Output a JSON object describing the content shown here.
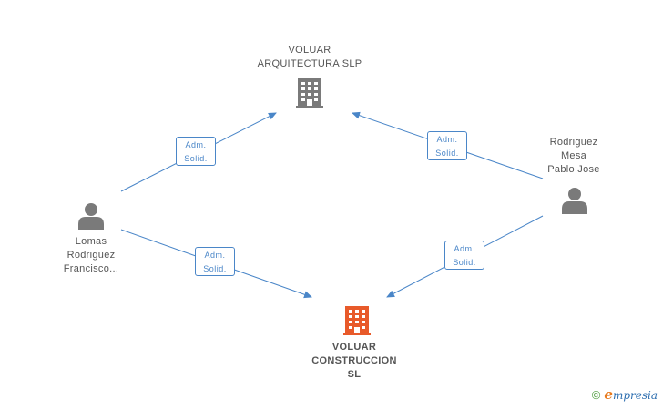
{
  "colors": {
    "edge": "#4a86c8",
    "company_icon": "#7a7a7a",
    "main_company_icon": "#e85a2a",
    "person_icon": "#7a7a7a"
  },
  "nodes": {
    "company_top": {
      "lines": [
        "VOLUAR",
        "ARQUITECTURA SLP"
      ],
      "icon": "building-icon"
    },
    "company_main": {
      "lines": [
        "VOLUAR",
        "CONSTRUCCION",
        "SL"
      ],
      "icon": "building-icon"
    },
    "person_left": {
      "lines": [
        "Lomas",
        "Rodriguez",
        "Francisco..."
      ],
      "icon": "person-icon"
    },
    "person_right": {
      "lines": [
        "Rodriguez",
        "Mesa",
        "Pablo Jose"
      ],
      "icon": "person-icon"
    }
  },
  "edges": [
    {
      "from": "person_left",
      "to": "company_top",
      "label": [
        "Adm.",
        "Solid."
      ]
    },
    {
      "from": "person_left",
      "to": "company_main",
      "label": [
        "Adm.",
        "Solid."
      ]
    },
    {
      "from": "person_right",
      "to": "company_top",
      "label": [
        "Adm.",
        "Solid."
      ]
    },
    {
      "from": "person_right",
      "to": "company_main",
      "label": [
        "Adm.",
        "Solid."
      ]
    }
  ],
  "footer": {
    "copyright": "©",
    "brand_initial": "e",
    "brand_rest": "mpresia"
  }
}
